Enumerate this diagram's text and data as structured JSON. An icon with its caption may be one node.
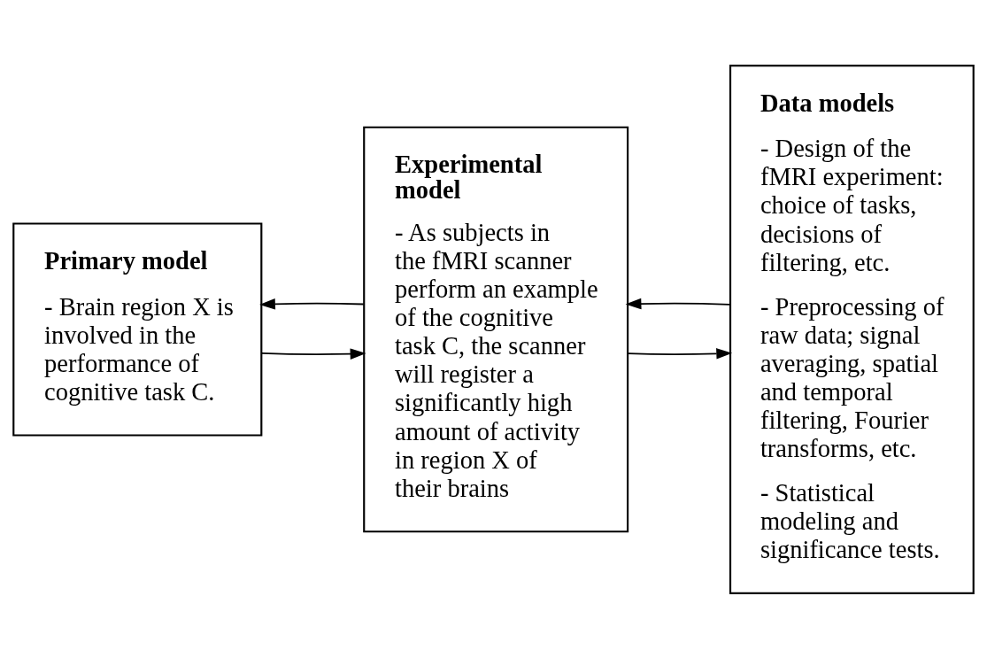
{
  "diagram": {
    "nodes": [
      {
        "text": [
          "Primary model",
          "- Brain region X is involved in the performance of cognitive task C."
        ]
      },
      {
        "text": [
          "Experimental model",
          "- As subjects in the fMRI scanner perform an example of the cognitive task C, the scanner will register a significantly high amount of activity in region X of their brains"
        ]
      },
      {
        "text": [
          "Data models",
          "- Design of the fMRI experiment: choice of tasks, decisions of filtering, etc.",
          "- Preprocessing of raw data; signal averaging, spatial and temporal filtering, Fourier transforms, etc.",
          "- Statistical modeling and significance tests."
        ]
      }
    ],
    "edges": [
      {
        "from": 0,
        "to": 1,
        "arrow": "to"
      },
      {
        "from": 1,
        "to": 0,
        "arrow": "to"
      },
      {
        "from": 1,
        "to": 2,
        "arrow": "to"
      },
      {
        "from": 2,
        "to": 1,
        "arrow": "to"
      }
    ]
  }
}
